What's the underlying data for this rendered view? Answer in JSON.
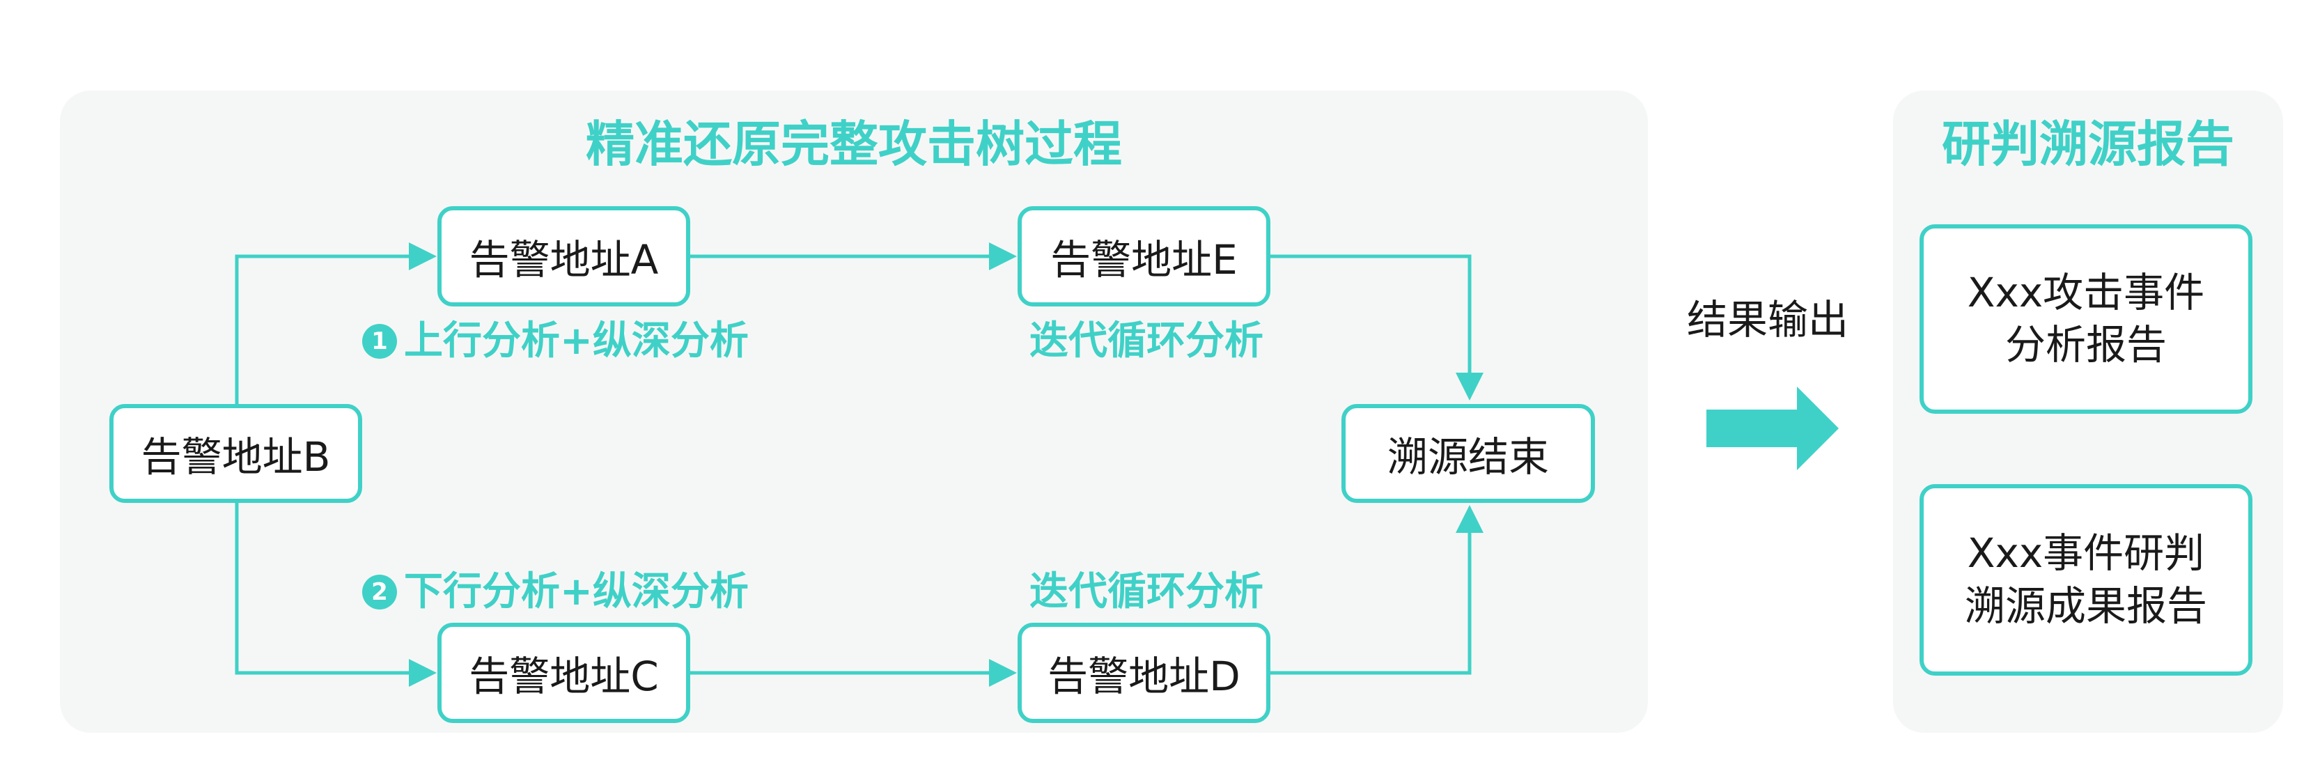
{
  "colors": {
    "accent": "#3fd1c7",
    "panel_bg": "#f5f7f6",
    "text": "#1a1a1a"
  },
  "left_panel": {
    "title": "精准还原完整攻击树过程",
    "nodes": {
      "a": "告警地址A",
      "b": "告警地址B",
      "c": "告警地址C",
      "d": "告警地址D",
      "e": "告警地址E",
      "end": "溯源结束"
    },
    "labels": {
      "upper_num": "1",
      "upper": "上行分析+纵深分析",
      "lower_num": "2",
      "lower": "下行分析+纵深分析",
      "iter_top": "迭代循环分析",
      "iter_bottom": "迭代循环分析"
    }
  },
  "output": {
    "label": "结果输出",
    "arrow_icon": "right-arrow-icon"
  },
  "right_panel": {
    "title": "研判溯源报告",
    "reports": [
      {
        "line1": "Xxx攻击事件",
        "line2": "分析报告"
      },
      {
        "line1": "Xxx事件研判",
        "line2": "溯源成果报告"
      }
    ]
  }
}
